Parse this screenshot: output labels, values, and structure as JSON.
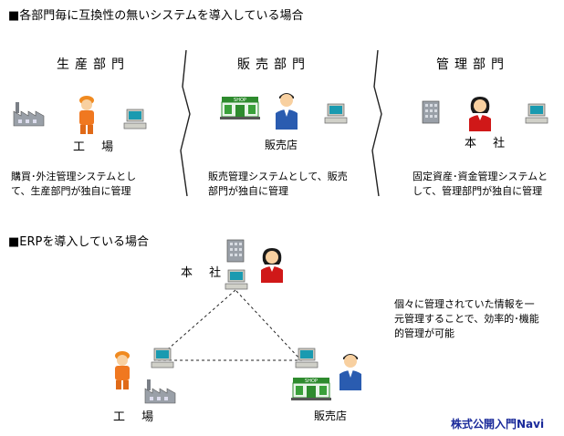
{
  "section1": {
    "title": "■各部門毎に互換性の無いシステムを導入している場合",
    "departments": [
      {
        "name": "生産部門",
        "place": "工 場",
        "desc": "購買･外注管理システムとし\nて、生産部門が独自に管理"
      },
      {
        "name": "販売部門",
        "place": "販売店",
        "desc": "販売管理システムとして、販売\n部門が独自に管理"
      },
      {
        "name": "管理部門",
        "place": "本 社",
        "desc": "固定資産･資金管理システムと\nして、管理部門が独自に管理"
      }
    ]
  },
  "section2": {
    "title": "■ERPを導入している場合",
    "hq": "本 社",
    "factory": "工 場",
    "store": "販売店",
    "note": "個々に管理されていた情報を一\n元管理することで、効率的･機能\n的管理が可能"
  },
  "brand": "株式公開入門Navi",
  "colors": {
    "worker": "#f07820",
    "salesman_suit": "#2a5cb0",
    "woman_suit": "#d01818",
    "store_green": "#2e8b2e",
    "building": "#8a9098",
    "pc_screen": "#1a9ab0"
  },
  "icons": [
    "factory-icon",
    "worker-icon",
    "computer-icon",
    "store-icon",
    "salesman-icon",
    "office-building-icon",
    "woman-employee-icon"
  ]
}
